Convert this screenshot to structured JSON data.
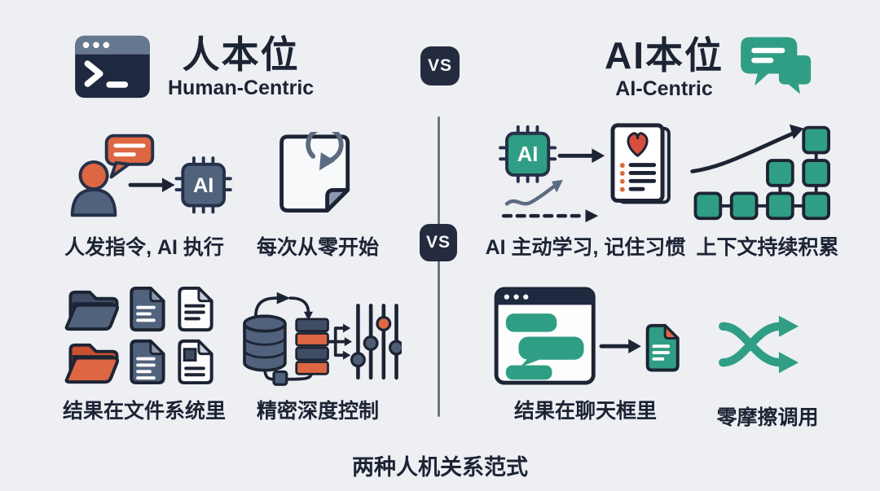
{
  "meta": {
    "caption": "两种人机关系范式"
  },
  "header": {
    "left": {
      "title": "人本位",
      "subtitle": "Human-Centric",
      "icon": "terminal-icon"
    },
    "right": {
      "title": "AI本位",
      "subtitle": "AI-Centric",
      "icon": "chat-bubbles-icon"
    },
    "vs_top": "VS",
    "vs_middle": "VS"
  },
  "left_column": {
    "name": "human-centric",
    "cells": [
      {
        "label": "人发指令, AI 执行",
        "icon": "person-command-ai-chip-icon"
      },
      {
        "label": "每次从零开始",
        "icon": "restart-from-zero-page-icon"
      },
      {
        "label": "结果在文件系统里",
        "icon": "folders-and-files-icon"
      },
      {
        "label": "精密深度控制",
        "icon": "database-sliders-control-icon"
      }
    ]
  },
  "right_column": {
    "name": "ai-centric",
    "cells": [
      {
        "label": "AI 主动学习, 记住习惯",
        "icon": "ai-chip-learning-notes-icon"
      },
      {
        "label": "上下文持续积累",
        "icon": "context-blocks-growth-icon"
      },
      {
        "label": "结果在聊天框里",
        "icon": "chat-window-to-document-icon"
      },
      {
        "label": "零摩擦调用",
        "icon": "shuffle-arrows-icon"
      }
    ]
  },
  "colors": {
    "background": "#edeff3",
    "ink": "#1c2434",
    "slate": "#51627c",
    "slate_dark": "#3e4d63",
    "orange": "#dd6742",
    "red": "#d94f3d",
    "green": "#2f9e84",
    "badge": "#242b3e",
    "divider": "#6b7686",
    "titlebar_gray": "#66788f"
  }
}
